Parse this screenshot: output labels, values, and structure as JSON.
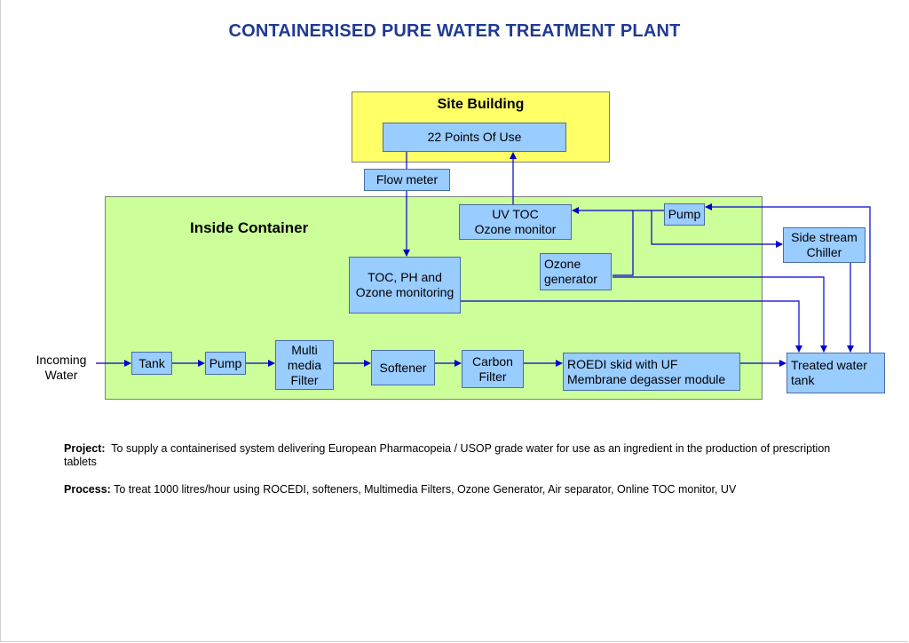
{
  "title": "CONTAINERISED PURE WATER TREATMENT PLANT",
  "zones": {
    "site_building": "Site Building",
    "inside_container": "Inside Container"
  },
  "nodes": {
    "points_of_use": "22 Points Of Use",
    "flow_meter": "Flow meter",
    "uv_toc_ozone_monitor": "UV TOC Ozone monitor",
    "pump_top": "Pump",
    "side_stream_chiller": "Side stream Chiller",
    "toc_ph_ozone_monitoring": "TOC, PH and Ozone monitoring",
    "ozone_generator": "Ozone generator",
    "incoming_water": "Incoming Water",
    "tank": "Tank",
    "pump_bottom": "Pump",
    "multi_media_filter": "Multi media Filter",
    "softener": "Softener",
    "carbon_filter": "Carbon Filter",
    "roedi_skid": "ROEDI skid with UF Membrane degasser module",
    "treated_water_tank": "Treated water tank"
  },
  "notes": {
    "project_label": "Project:",
    "project_text": "To supply a containerised system delivering European Pharmacopeia / USOP grade water for use as an ingredient in the production of prescription tablets",
    "process_label": "Process:",
    "process_text": "To treat 1000 litres/hour using ROCEDI, softeners, Multimedia Filters, Ozone Generator, Air separator, Online TOC monitor, UV"
  },
  "colors": {
    "title": "#1f3a93",
    "site_building_fill": "#ffff66",
    "container_fill": "#ccff99",
    "box_fill": "#99ccff",
    "connector": "#0000cc"
  }
}
